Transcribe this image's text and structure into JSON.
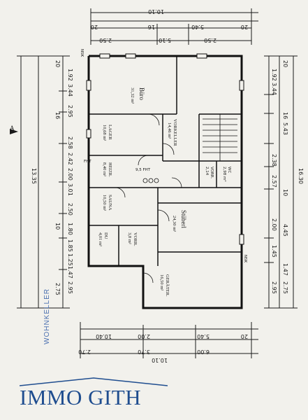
{
  "plan": {
    "title_rotated": "WOHNKELLER",
    "rooms": {
      "buero": {
        "name": "Büro",
        "area": "31,32 m²"
      },
      "lager": {
        "name": "LAGER",
        "area": "10,68 m²"
      },
      "vorkeller": {
        "name": "VORKELLER",
        "area": "14,46 m²"
      },
      "heizr": {
        "name": "HEIZR.",
        "area": "8,40 m²"
      },
      "sauna": {
        "name": "SAUNA",
        "area": "10,50 m²"
      },
      "du": {
        "name": "DU",
        "area": "4,01 m²"
      },
      "vorr": {
        "name": "VORR.",
        "area": "3,8 m²"
      },
      "stuebel": {
        "name": "Stüberl",
        "area": "24,30 m²"
      },
      "geraete": {
        "name": "GERÄTER.",
        "area": "16,50 m²"
      },
      "wc": {
        "name": "WC",
        "area": "2,98 m²"
      },
      "voor": {
        "name": "VORR.",
        "area": "2,14"
      }
    },
    "labels": {
      "fht": "FHT",
      "fht2": "9,5 FHT",
      "section": "A",
      "nsk": "NSK",
      "nsk2": "NSK"
    },
    "dims_top": [
      "10.10",
      "5.40",
      "5.10",
      "2.50",
      "2.50",
      "20",
      "16",
      "20"
    ],
    "dims_bottom": [
      "5.40",
      "2.00",
      "10.40",
      "6.00",
      "10.10",
      "3.70",
      "2.70",
      "20"
    ],
    "dims_left": [
      "13.35",
      "3.44",
      "2.95",
      "2.58",
      "2.42",
      "2.00",
      "3.01",
      "2.50",
      "1.80",
      "1.85",
      "1.25",
      "2.95",
      "2.75",
      "1.92",
      "20",
      "16",
      "10",
      "1.47"
    ],
    "dims_right": [
      "16.30",
      "5.43",
      "3.44",
      "2.38",
      "2.57",
      "4.45",
      "2.00",
      "2.95",
      "2.75",
      "1.92",
      "1.45",
      "20",
      "16",
      "10",
      "1.47"
    ]
  },
  "brand": {
    "name": "IMMO GITH",
    "color": "#1f4d8f"
  }
}
